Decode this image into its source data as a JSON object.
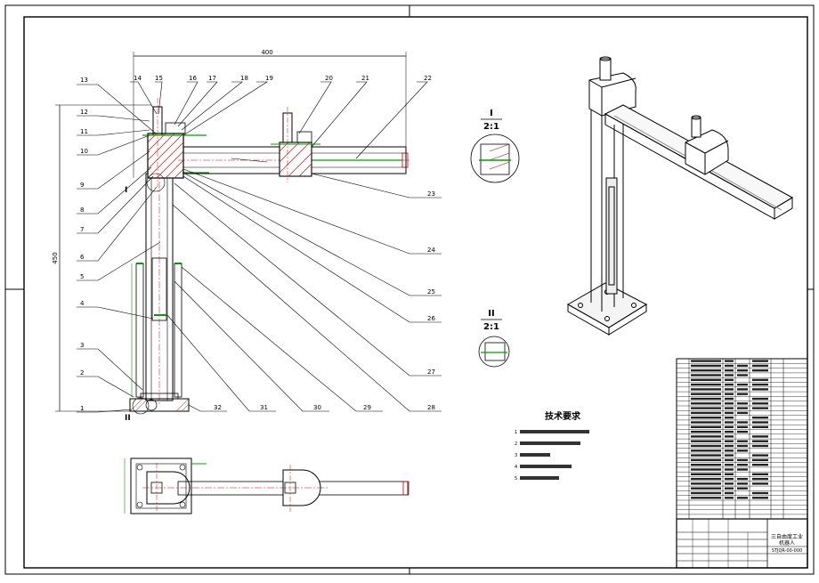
{
  "balloons": [
    "1",
    "2",
    "3",
    "4",
    "5",
    "6",
    "7",
    "8",
    "9",
    "10",
    "11",
    "12",
    "13",
    "14",
    "15",
    "16",
    "17",
    "18",
    "19",
    "20",
    "21",
    "22",
    "23",
    "24",
    "25",
    "26",
    "27",
    "28",
    "29",
    "30",
    "31",
    "32"
  ],
  "dimensions": {
    "width": "400",
    "height": "450"
  },
  "details": [
    {
      "id": "I",
      "scale": "2:1"
    },
    {
      "id": "II",
      "scale": "2:1"
    }
  ],
  "section_marks": {
    "upper": "I",
    "lower": "II"
  },
  "tech_requirements": {
    "title": "技术要求",
    "items": [
      "1",
      "2",
      "3",
      "4",
      "5"
    ]
  },
  "title_block": {
    "name_line1": "三自由度工业",
    "name_line2": "机器人",
    "drawing_no": "STJQR-00-000"
  },
  "colors": {
    "drawing": "#000000",
    "dimension": "#00a000",
    "center": "#d00000",
    "hatch": "#c00000",
    "accent_green": "#00c000"
  }
}
